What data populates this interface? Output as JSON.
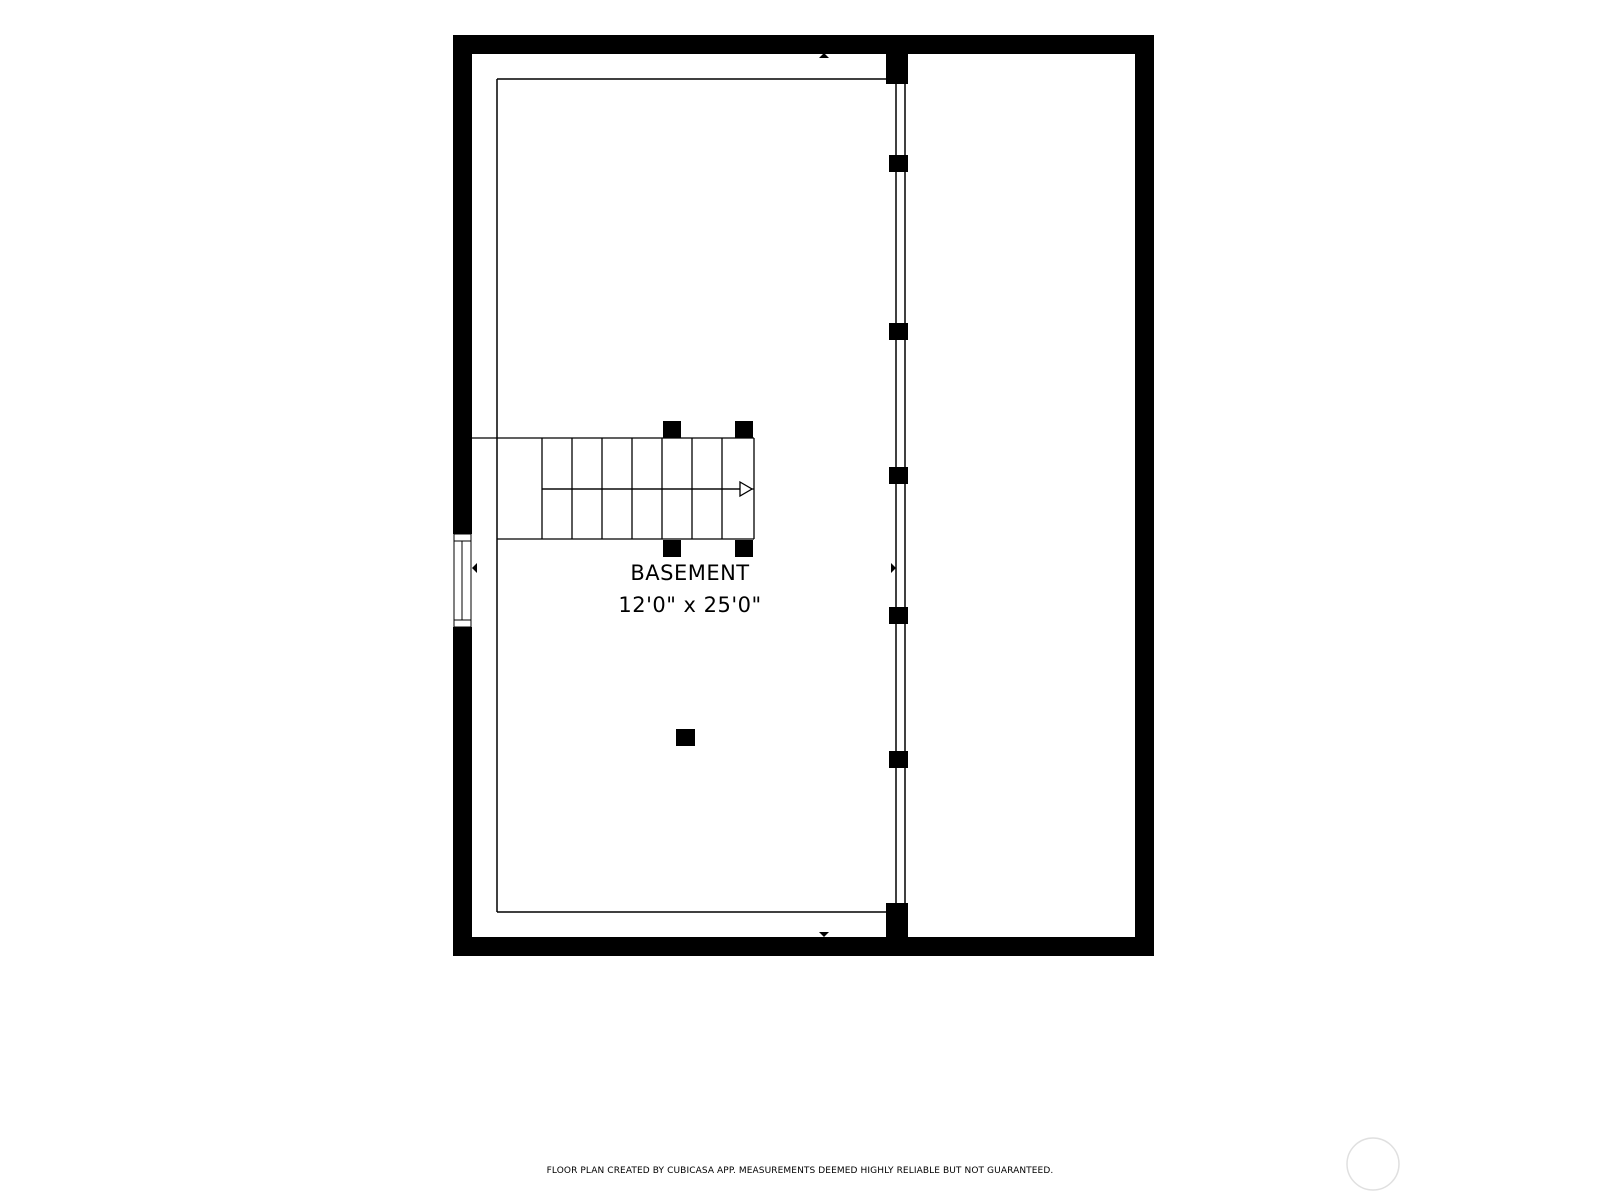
{
  "floorplan": {
    "room": {
      "name": "BASEMENT",
      "dimensions": "12'0\" x 25'0\""
    },
    "disclaimer": "FLOOR PLAN CREATED BY CUBICASA APP. MEASUREMENTS DEEMED HIGHLY RELIABLE BUT NOT GUARANTEED.",
    "colors": {
      "wall": "#000000",
      "background": "#ffffff",
      "badge": "#e0e0e0"
    }
  }
}
